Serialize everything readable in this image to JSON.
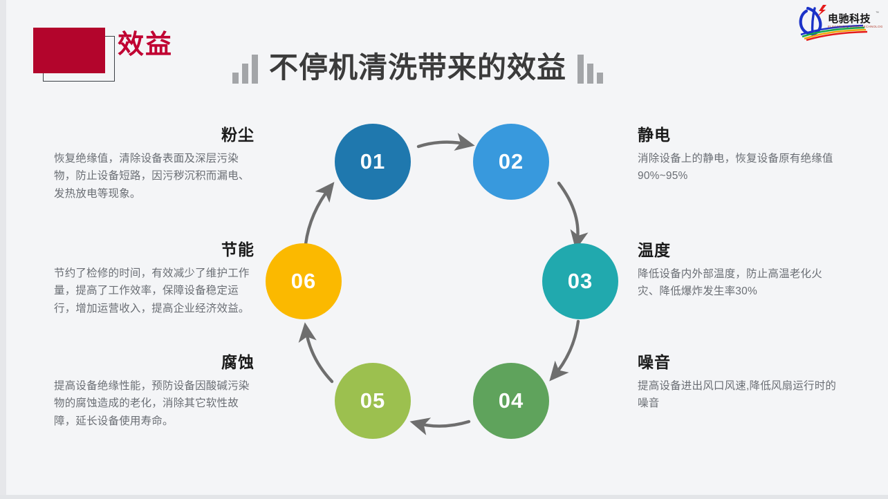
{
  "header": {
    "badge_label": "效益",
    "main_title": "不停机清洗带来的效益",
    "bars_left_icon": "bar-chart-ascending-icon",
    "bars_right_icon": "bar-chart-descending-icon"
  },
  "logo": {
    "name_cn": "电驰科技",
    "name_en": "ELECTRICAL DRIVE TECHNOLOGY",
    "trademark": "™"
  },
  "diagram": {
    "type": "cycle",
    "nodes": [
      {
        "number": "01",
        "color": "#1f78ae",
        "label": "粉尘"
      },
      {
        "number": "02",
        "color": "#3899dd",
        "label": "静电"
      },
      {
        "number": "03",
        "color": "#21a9ae",
        "label": "温度"
      },
      {
        "number": "04",
        "color": "#5fa35c",
        "label": "噪音"
      },
      {
        "number": "05",
        "color": "#9cc04f",
        "label": "腐蚀"
      },
      {
        "number": "06",
        "color": "#fbb900",
        "label": "节能"
      }
    ]
  },
  "blocks": {
    "dust": {
      "title": "粉尘",
      "body": "恢复绝缘值，清除设备表面及深层污染物，防止设备短路，因污秽沉积而漏电、发热放电等现象。"
    },
    "energy": {
      "title": "节能",
      "body": "节约了检修的时间，有效减少了维护工作量，提高了工作效率，保障设备稳定运行，增加运营收入，提高企业经济效益。"
    },
    "corrosion": {
      "title": "腐蚀",
      "body": "提高设备绝缘性能，预防设备因酸碱污染物的腐蚀造成的老化，消除其它软性故障，延长设备使用寿命。"
    },
    "static": {
      "title": "静电",
      "body": "消除设备上的静电，恢复设备原有绝缘值90%~95%"
    },
    "temperature": {
      "title": "温度",
      "body": "降低设备内外部温度，防止高温老化火灾、降低爆炸发生率30%"
    },
    "noise": {
      "title": "噪音",
      "body": "提高设备进出风口风速,降低风扇运行时的噪音"
    }
  },
  "colors": {
    "background": "#f4f5f7",
    "badge_red": "#b3052c",
    "badge_text_red": "#c00032",
    "title_gray": "#3b3b3b",
    "body_gray": "#6a6e74",
    "arrow_gray": "#6e6e6e"
  }
}
